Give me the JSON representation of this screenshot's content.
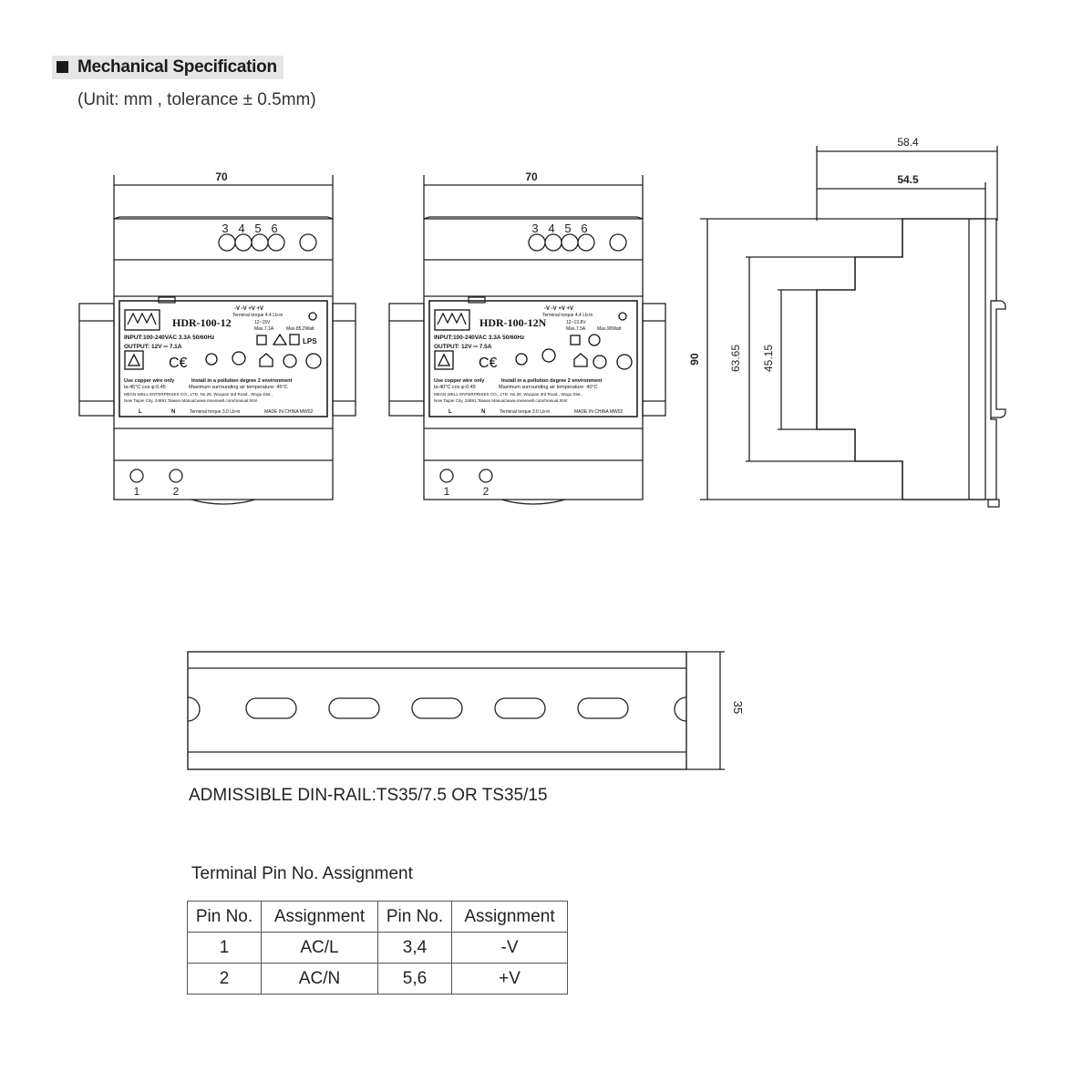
{
  "header": {
    "title": "Mechanical Specification",
    "unit_note": "(Unit: mm , tolerance ± 0.5mm)"
  },
  "front_views": [
    {
      "width_dim": "70",
      "pin_top_labels": [
        "3",
        "4",
        "5",
        "6"
      ],
      "pin_bottom_labels": [
        "1",
        "2"
      ],
      "label": {
        "model": "HDR-100-12",
        "terminal_top": "-V  -V  +V  +V",
        "torque_top": "Terminal torque 4.4 Lb-in",
        "spec_a": "12~15V",
        "spec_b": "Max.7.1A",
        "spec_c": "Max.85.2Watt",
        "input": "INPUT:100-240VAC 3.3A 50/60Hz",
        "output": "OUTPUT: 12V ═ 7.1A",
        "copper": "Use copper wire only",
        "ta": "ta:45°C  cos φ:0.45",
        "install": "Install in a pollution degree 2 environment",
        "ambient": "Maximum surrounding air temperature: 45°C",
        "company": "MEAN WELL ENTERPRISES CO., LTD.  No.28, Wuquan 3rd Road., Wugu Dist.,",
        "city": "New Taipei City, 24891,Taiwan  Manual:www.meanwell.com/manual.html",
        "bottom_l": "L",
        "bottom_n": "N",
        "torque_bottom": "Terminal torque 3.0 Lb-in",
        "made": "MADE IN CHINA  MW02"
      }
    },
    {
      "width_dim": "70",
      "pin_top_labels": [
        "3",
        "4",
        "5",
        "6"
      ],
      "pin_bottom_labels": [
        "1",
        "2"
      ],
      "label": {
        "model": "HDR-100-12N",
        "terminal_top": "-V  -V  +V  +V",
        "torque_top": "Terminal torque 4.4 Lb-in",
        "spec_a": "12~13.8V",
        "spec_b": "Max.7.5A",
        "spec_c": "Max.90Watt",
        "input": "INPUT:100-240VAC 3.3A 50/60Hz",
        "output": "OUTPUT: 12V ═ 7.5A",
        "copper": "Use copper wire only",
        "ta": "ta:40°C  cos φ:0.45",
        "install": "Install in a pollution degree 2 environment",
        "ambient": "Maximum surrounding air temperature: 40°C",
        "company": "MEAN WELL ENTERPRISES CO., LTD.  No.28, Wuquan 3rd Road., Wugu Dist.,",
        "city": "New Taipei City, 24891,Taiwan  Manual:www.meanwell.com/manual.html",
        "bottom_l": "L",
        "bottom_n": "N",
        "torque_bottom": "Terminal torque 3.0 Lb-in",
        "made": "MADE IN CHINA  MW02"
      }
    }
  ],
  "side_view": {
    "dims": {
      "depth_overall": "58.4",
      "depth_body": "54.5",
      "height": "90",
      "step_height": "63.65",
      "top_height": "45.15"
    }
  },
  "din_rail": {
    "height_dim": "35",
    "note": "ADMISSIBLE DIN-RAIL:TS35/7.5 OR TS35/15"
  },
  "pin_table": {
    "caption": "Terminal Pin No.  Assignment",
    "headers": [
      "Pin No.",
      "Assignment",
      "Pin No.",
      "Assignment"
    ],
    "rows": [
      [
        "1",
        "AC/L",
        "3,4",
        "-V"
      ],
      [
        "2",
        "AC/N",
        "5,6",
        "+V"
      ]
    ]
  }
}
